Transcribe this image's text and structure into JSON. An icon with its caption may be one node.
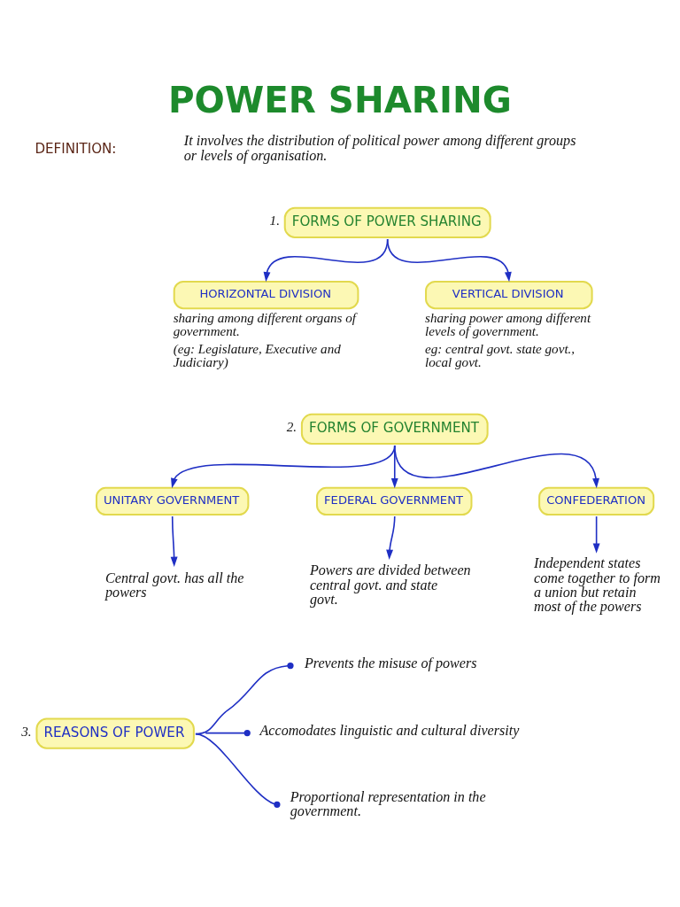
{
  "diagram": {
    "title": "POWER SHARING",
    "nodes": [
      {
        "text": [
          "FORMS OF POWER SHARING"
        ],
        "beside": [
          "1."
        ]
      },
      {
        "text": [
          "HORIZONTAL DIVISION"
        ],
        "beside": [
          "sharing among different organs of government.",
          "(eg: Legislature, Executive and Judiciary)"
        ]
      },
      {
        "text": [
          "VERTICAL DIVISION"
        ],
        "beside": [
          "sharing power among different levels of government.",
          "eg: central govt. state govt., local govt."
        ]
      },
      {
        "text": [
          "FORMS OF GOVERNMENT"
        ],
        "beside": [
          "2."
        ]
      },
      {
        "text": [
          "UNITARY GOVERNMENT"
        ]
      },
      {
        "text": [
          "FEDERAL GOVERNMENT"
        ]
      },
      {
        "text": [
          "CONFEDERATION"
        ]
      },
      {
        "text": [
          "Central govt. has all the powers"
        ]
      },
      {
        "text": [
          "Powers are divided between central govt. and state govt."
        ]
      },
      {
        "text": [
          "Independent states come together to form a union but retain most of the powers"
        ]
      },
      {
        "text": [
          "REASONS OF POWER"
        ],
        "beside": [
          "3."
        ]
      },
      {
        "text": [
          "Prevents the misuse of powers"
        ]
      },
      {
        "text": [
          "Accomodates linguistic and cultural diversity"
        ]
      },
      {
        "text": [
          "Proportional representation in the government."
        ]
      }
    ],
    "edges": [
      {
        "from": 0,
        "to": 1,
        "arrow": "to"
      },
      {
        "from": 0,
        "to": 2,
        "arrow": "to"
      },
      {
        "from": 3,
        "to": 4,
        "arrow": "to"
      },
      {
        "from": 3,
        "to": 5,
        "arrow": "to"
      },
      {
        "from": 3,
        "to": 6,
        "arrow": "to"
      },
      {
        "from": 4,
        "to": 7,
        "arrow": "to"
      },
      {
        "from": 5,
        "to": 8,
        "arrow": "to"
      },
      {
        "from": 6,
        "to": 9,
        "arrow": "to"
      },
      {
        "from": 10,
        "to": 11,
        "arrow": "other"
      },
      {
        "from": 10,
        "to": 12,
        "arrow": "other"
      },
      {
        "from": 10,
        "to": 13,
        "arrow": "other"
      }
    ],
    "labels": [
      "DEFINITION:",
      "It involves the distribution of political power among different groups or levels of organisation."
    ]
  }
}
